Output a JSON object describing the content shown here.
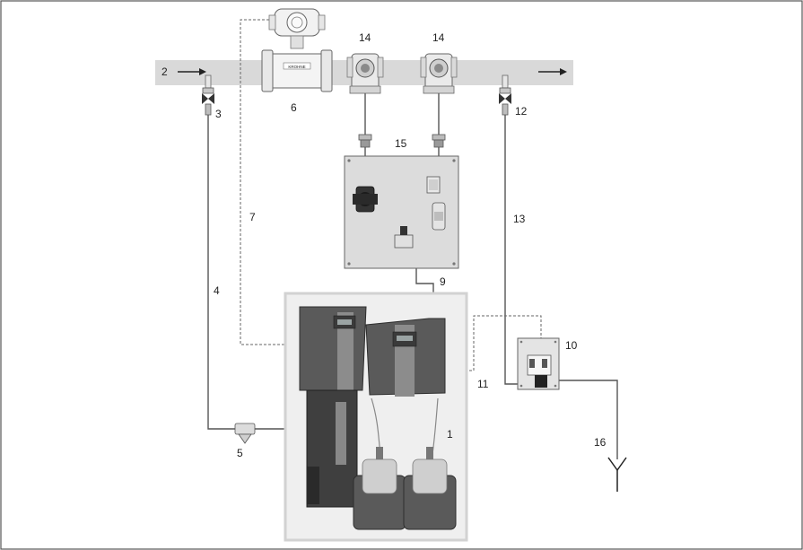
{
  "labels": {
    "n1": "1",
    "n2": "2",
    "n3": "3",
    "n4": "4",
    "n5": "5",
    "n6": "6",
    "n7": "7",
    "n9": "9",
    "n10": "10",
    "n11": "11",
    "n12": "12",
    "n13": "13",
    "n14a": "14",
    "n14b": "14",
    "n15": "15",
    "n16": "16"
  },
  "flowmeter": {
    "badge": "KROHNE"
  },
  "colors": {
    "main_pipe": "#d9d9d9",
    "unit_dark": "#3f3f3f",
    "unit_mid": "#6a6a6a",
    "accent_stripe": "#8c8c8c",
    "panel": "#dcdcdc",
    "frame_box": "#efefef"
  }
}
